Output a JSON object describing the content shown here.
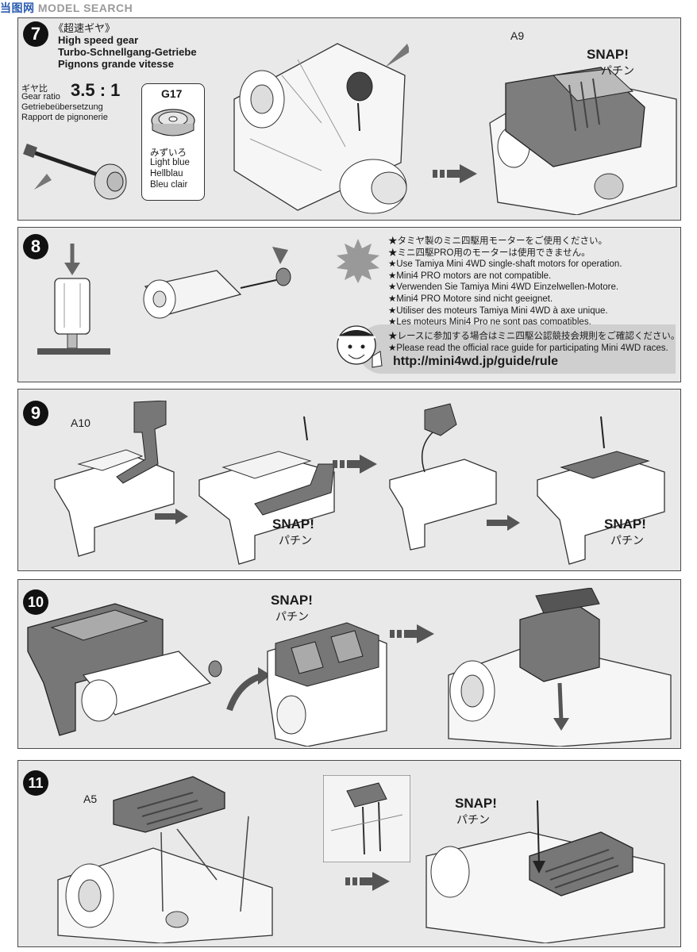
{
  "watermark": {
    "logo": "当图网",
    "text": "MODEL SEARCH"
  },
  "step7": {
    "number": "7",
    "title_jp": "《超速ギヤ》",
    "title_en": "High speed gear",
    "title_de": "Turbo-Schnellgang-Getriebe",
    "title_fr": "Pignons grande vitesse",
    "ratio_jp": "ギヤ比",
    "ratio_en": "Gear ratio",
    "ratio_de": "Getriebeübersetzung",
    "ratio_fr": "Rapport de pignonerie",
    "ratio_value": "3.5 : 1",
    "part_code": "G17",
    "color_jp": "みずいろ",
    "color_en": "Light blue",
    "color_de": "Hellblau",
    "color_fr": "Bleu clair",
    "part_label": "A9",
    "snap": "SNAP!",
    "pachin": "パチン"
  },
  "step8": {
    "number": "8",
    "notes": [
      "★タミヤ製のミニ四駆用モーターをご使用ください。",
      "★ミニ四駆PRO用のモーターは使用できません。",
      "★Use Tamiya Mini 4WD single-shaft motors for operation.",
      "★Mini4 PRO motors are not compatible.",
      "★Verwenden Sie Tamiya Mini 4WD Einzelwellen-Motore.",
      "★Mini4 PRO Motore sind nicht geeignet.",
      "★Utiliser des moteurs Tamiya Mini 4WD à axe unique.",
      "★Les moteurs Mini4 Pro ne sont pas compatibles."
    ],
    "race_jp": "★レースに参加する場合はミニ四駆公認競技会規則をご確認ください。",
    "race_en": "★Please read the official race guide for participating Mini 4WD races.",
    "url": "http://mini4wd.jp/guide/rule"
  },
  "step9": {
    "number": "9",
    "part_label": "A10",
    "snap": "SNAP!",
    "pachin": "パチン"
  },
  "step10": {
    "number": "10",
    "snap": "SNAP!",
    "pachin": "パチン"
  },
  "step11": {
    "number": "11",
    "part_label": "A5",
    "snap": "SNAP!",
    "pachin": "パチン"
  }
}
